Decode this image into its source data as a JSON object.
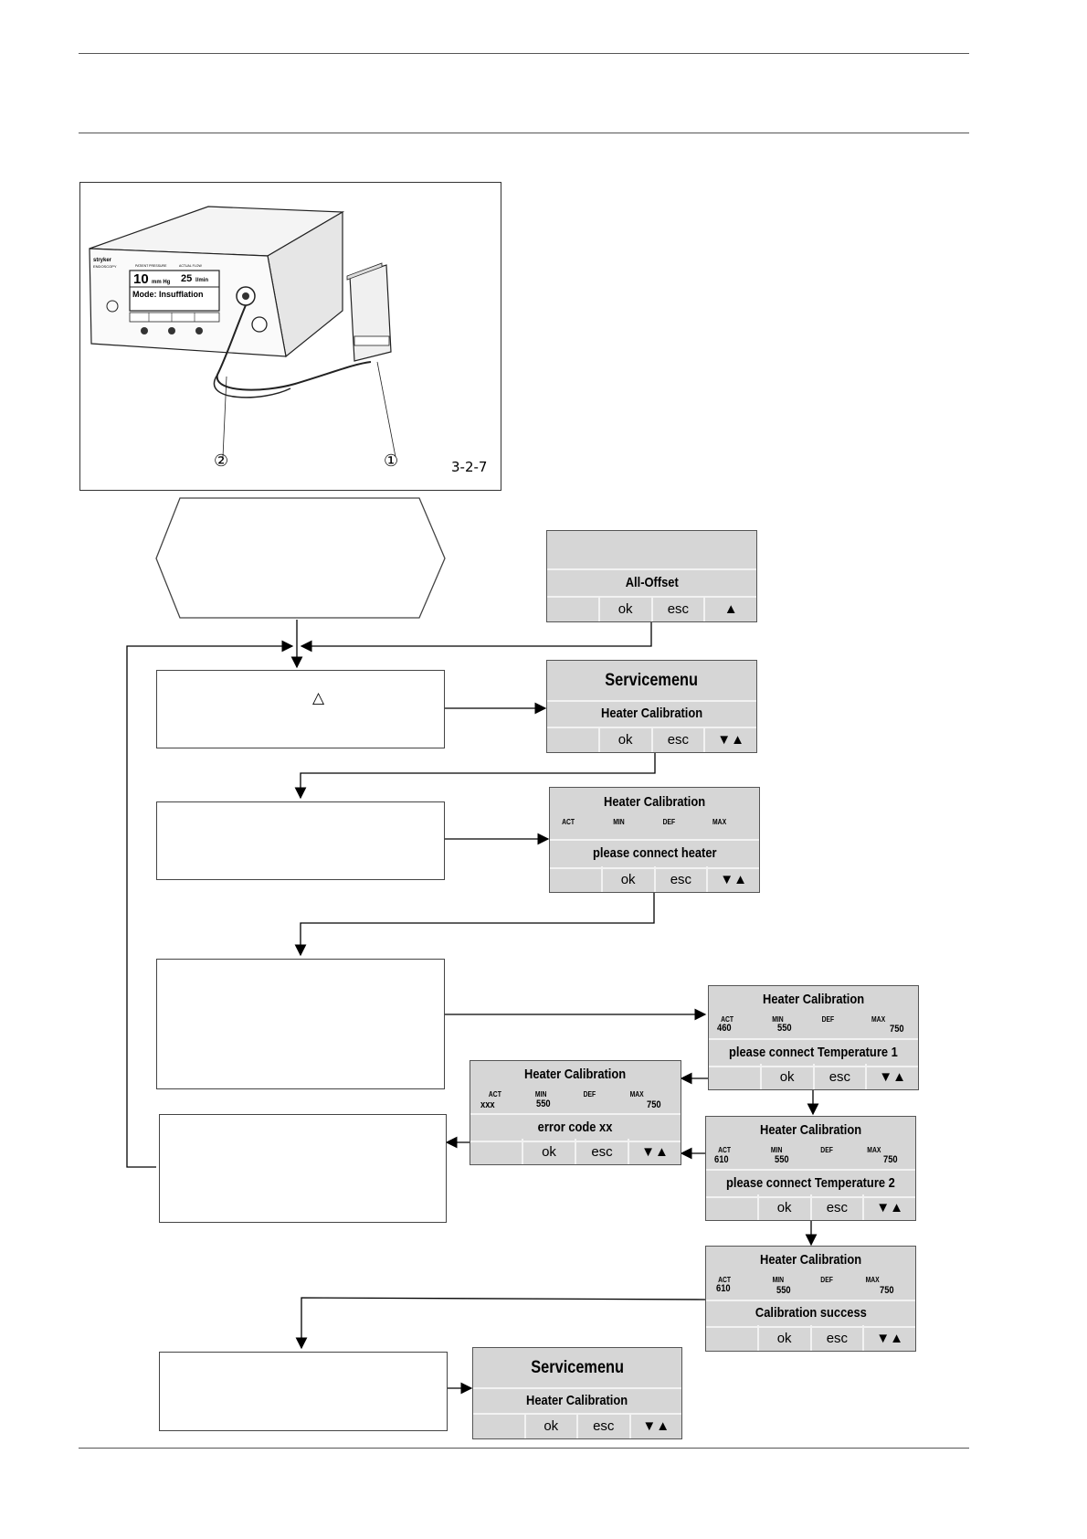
{
  "figure": {
    "label": "3-2-7",
    "callouts": [
      "②",
      "①"
    ],
    "device": {
      "brand": "stryker",
      "sub": "ENDOSCOPY",
      "pressure_value": "10",
      "pressure_unit": "mm Hg",
      "flow_value": "25",
      "flow_unit": "l/min",
      "mode_text": "Mode: Insufflation",
      "col1": "PATIENT PRESSURE",
      "col2": "ACTUAL FLOW"
    }
  },
  "flow_boxes": {
    "warning_symbol": "△"
  },
  "lcd": {
    "offset": {
      "line2": "All-Offset",
      "ok": "ok",
      "esc": "esc"
    },
    "service1": {
      "title": "Servicemenu",
      "item": "Heater Calibration",
      "ok": "ok",
      "esc": "esc"
    },
    "connect": {
      "title": "Heater Calibration",
      "act": "ACT",
      "min": "MIN",
      "def": "DEF",
      "max": "MAX",
      "msg": "please connect heater",
      "ok": "ok",
      "esc": "esc"
    },
    "temp1": {
      "title": "Heater Calibration",
      "act": "ACT",
      "min": "MIN",
      "def": "DEF",
      "max": "MAX",
      "act_val": "460",
      "min_val": "550",
      "max_val": "750",
      "msg": "please connect Temperature 1",
      "ok": "ok",
      "esc": "esc"
    },
    "error": {
      "title": "Heater Calibration",
      "act": "ACT",
      "min": "MIN",
      "def": "DEF",
      "max": "MAX",
      "act_val": "xxx",
      "min_val": "550",
      "max_val": "750",
      "msg": "error code xx",
      "ok": "ok",
      "esc": "esc"
    },
    "temp2": {
      "title": "Heater Calibration",
      "act": "ACT",
      "min": "MIN",
      "def": "DEF",
      "max": "MAX",
      "act_val": "610",
      "min_val": "550",
      "max_val": "750",
      "msg": "please connect Temperature 2",
      "ok": "ok",
      "esc": "esc"
    },
    "success": {
      "title": "Heater Calibration",
      "act": "ACT",
      "min": "MIN",
      "def": "DEF",
      "max": "MAX",
      "act_val": "610",
      "min_val": "550",
      "max_val": "750",
      "msg": "Calibration success",
      "ok": "ok",
      "esc": "esc"
    },
    "service2": {
      "title": "Servicemenu",
      "item": "Heater Calibration",
      "ok": "ok",
      "esc": "esc"
    }
  }
}
